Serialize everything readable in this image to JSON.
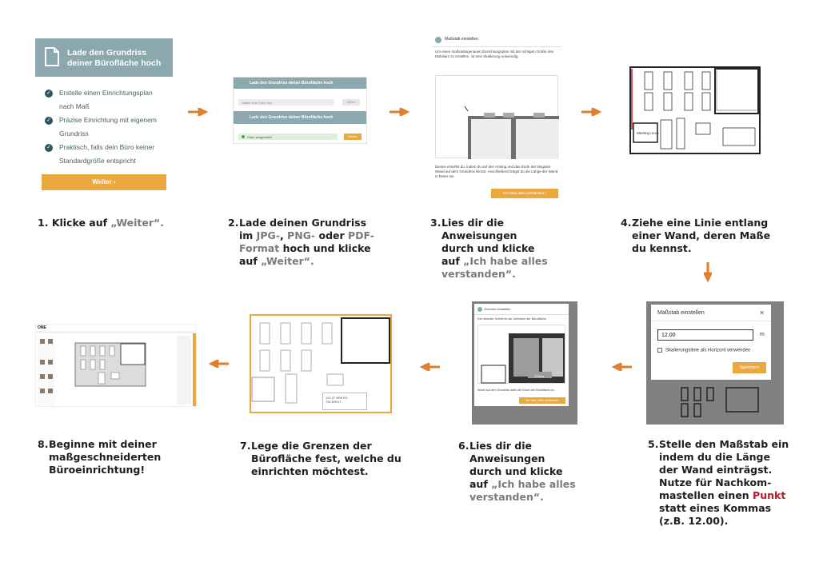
{
  "step1": {
    "panel_title_line1": "Lade den Grundriss",
    "panel_title_line2": "deiner Bürofläche hoch",
    "bullets": [
      "Erstelle einen Einrichtungsplan",
      "nach Maß",
      "Präzise Einrichtung mit eigenem",
      "Grundriss",
      "Praktisch, falls dein Büro keiner",
      "Standardgröße entspricht"
    ],
    "button": "Weiter ›",
    "caption_num": "1.",
    "caption_a": "Klicke auf ",
    "caption_b": "„Weiter“."
  },
  "step2": {
    "bar1": "Lade den Grundriss deiner Bürofläche hoch",
    "input1": "Wähle eine Datei aus",
    "btn1": "Weiter",
    "bar2": "Lade den Grundriss deiner Bürofläche hoch",
    "input2": "Datei ausgewählt",
    "btn2": "Weiter",
    "caption_num": "2.",
    "caption_l1a": "Lade deinen Grundriss",
    "caption_l2a": "im ",
    "caption_l2b": "JPG-",
    "caption_l2c": ", ",
    "caption_l2d": "PNG-",
    "caption_l2e": " oder ",
    "caption_l2f": "PDF-",
    "caption_l3a": "Format",
    "caption_l3b": " hoch und klicke",
    "caption_l4a": "auf ",
    "caption_l4b": "„Weiter“."
  },
  "step3": {
    "header": "Maßstab einstellen",
    "intro": "Um einen maßstabsgenauen Einrichtungsplan mit der richtigen Größe des Mobiliars zu erstellen, ist eine Skalierung notwendig.",
    "outro": "Dieses erstellst du, indem du auf den Anfang und das Ende der längsten Wand auf dem Grundriss klickst. Anschließend trägst du die Länge der Wand in Meter ein.",
    "button": "Ich habe alles verstanden ›",
    "caption_num": "3.",
    "caption_l1": "Lies dir die",
    "caption_l2": "Anweisungen",
    "caption_l3": "durch und klicke",
    "caption_l4a": "auf ",
    "caption_l4b": "„Ich habe alles",
    "caption_l5": "verstanden“."
  },
  "step4": {
    "room_label": "Meeting room",
    "caption_num": "4.",
    "caption_l1": "Ziehe eine Linie entlang",
    "caption_l2": "einer Wand, deren Maße",
    "caption_l3": "du kennst."
  },
  "step5": {
    "dialog_title": "Maßstab einstellen",
    "close": "×",
    "value": "12.00",
    "unit": "m",
    "checkbox": "Skalierungslinie als Horizont verwenden",
    "save": "Speichern",
    "caption_num": "5.",
    "caption_l1": "Stelle den Maßstab ein",
    "caption_l2": "indem du die Länge",
    "caption_l3": "der Wand einträgst.",
    "caption_l4": "Nutze für Nachkom-",
    "caption_l5a": "mastellen einen ",
    "caption_l5b": "Punkt",
    "caption_l6": "statt eines Kommas",
    "caption_l7": "(z.B. 12.00)."
  },
  "step6": {
    "header": "Grenzen einstellen",
    "intro": "Der nächste Schritt ist die Definition der Bürofläche.",
    "dim": "375cm",
    "outro": "Klicke auf dem Grundriss dafür die Ecken der Bürofläche an.",
    "button": "Ich habe alles verstanden",
    "caption_num": "6.",
    "caption_l1": "Lies dir die",
    "caption_l2": "Anweisungen",
    "caption_l3": "durch und klicke",
    "caption_l4a": "auf ",
    "caption_l4b": "„Ich habe alles",
    "caption_l5": "verstanden“."
  },
  "step7": {
    "area_line1": "120,37 BREITE",
    "area_line2": "750 BREIT",
    "caption_num": "7.",
    "caption_l1": "Lege die Grenzen der",
    "caption_l2": "Bürofläche fest, welche du",
    "caption_l3": "einrichten möchtest."
  },
  "step8": {
    "logo": "ONE",
    "caption_num": "8.",
    "caption_l1": "Beginne mit deiner",
    "caption_l2": "maßgeschneiderten",
    "caption_l3": "Büroeinrichtung!"
  },
  "colors": {
    "teal": "#8aa8ad",
    "orange": "#e9a93e",
    "arrow": "#e07f2a",
    "highlight_red": "#c0172b",
    "grey_text": "#7a7a7a"
  }
}
